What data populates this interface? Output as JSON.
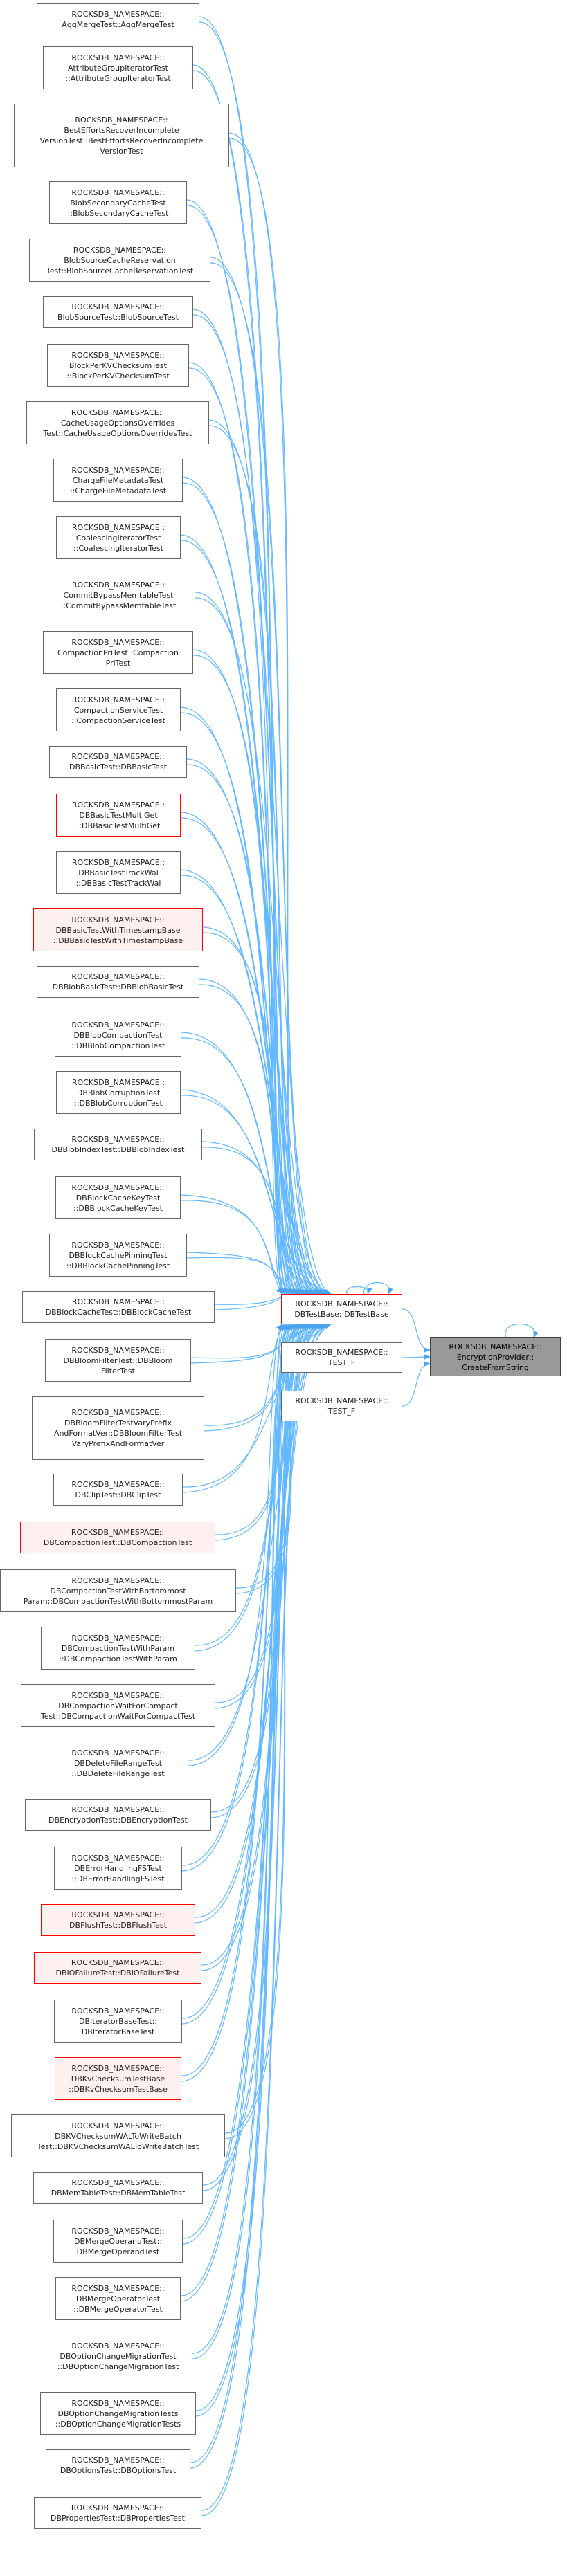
{
  "colors": {
    "edge": "#63b8ff",
    "arrow": "#4aa3f0",
    "node_border": "#666666",
    "red_border": "#ff0000",
    "red_fill": "#fff0f0",
    "target_fill": "#999999"
  },
  "nodes": [
    {
      "id": "n0",
      "text": "ROCKSDB_NAMESPACE::\nAggMergeTest::AggMergeTest",
      "style": "normal"
    },
    {
      "id": "n1",
      "text": "ROCKSDB_NAMESPACE::\nAttributeGroupIteratorTest\n::AttributeGroupIteratorTest",
      "style": "normal"
    },
    {
      "id": "n2",
      "text": "ROCKSDB_NAMESPACE::\nBestEffortsRecoverIncomplete\nVersionTest::BestEffortsRecoverIncomplete\nVersionTest",
      "style": "normal"
    },
    {
      "id": "n3",
      "text": "ROCKSDB_NAMESPACE::\nBlobSecondaryCacheTest\n::BlobSecondaryCacheTest",
      "style": "normal"
    },
    {
      "id": "n4",
      "text": "ROCKSDB_NAMESPACE::\nBlobSourceCacheReservation\nTest::BlobSourceCacheReservationTest",
      "style": "normal"
    },
    {
      "id": "n5",
      "text": "ROCKSDB_NAMESPACE::\nBlobSourceTest::BlobSourceTest",
      "style": "normal"
    },
    {
      "id": "n6",
      "text": "ROCKSDB_NAMESPACE::\nBlockPerKVChecksumTest\n::BlockPerKVChecksumTest",
      "style": "normal"
    },
    {
      "id": "n7",
      "text": "ROCKSDB_NAMESPACE::\nCacheUsageOptionsOverrides\nTest::CacheUsageOptionsOverridesTest",
      "style": "normal"
    },
    {
      "id": "n8",
      "text": "ROCKSDB_NAMESPACE::\nChargeFileMetadataTest\n::ChargeFileMetadataTest",
      "style": "normal"
    },
    {
      "id": "n9",
      "text": "ROCKSDB_NAMESPACE::\nCoalescingIteratorTest\n::CoalescingIteratorTest",
      "style": "normal"
    },
    {
      "id": "n10",
      "text": "ROCKSDB_NAMESPACE::\nCommitBypassMemtableTest\n::CommitBypassMemtableTest",
      "style": "normal"
    },
    {
      "id": "n11",
      "text": "ROCKSDB_NAMESPACE::\nCompactionPriTest::Compaction\nPriTest",
      "style": "normal"
    },
    {
      "id": "n12",
      "text": "ROCKSDB_NAMESPACE::\nCompactionServiceTest\n::CompactionServiceTest",
      "style": "normal"
    },
    {
      "id": "n13",
      "text": "ROCKSDB_NAMESPACE::\nDBBasicTest::DBBasicTest",
      "style": "normal"
    },
    {
      "id": "n14",
      "text": "ROCKSDB_NAMESPACE::\nDBBasicTestMultiGet\n::DBBasicTestMultiGet",
      "style": "red"
    },
    {
      "id": "n15",
      "text": "ROCKSDB_NAMESPACE::\nDBBasicTestTrackWal\n::DBBasicTestTrackWal",
      "style": "normal"
    },
    {
      "id": "n16",
      "text": "ROCKSDB_NAMESPACE::\nDBBasicTestWithTimestampBase\n::DBBasicTestWithTimestampBase",
      "style": "redfill"
    },
    {
      "id": "n17",
      "text": "ROCKSDB_NAMESPACE::\nDBBlobBasicTest::DBBlobBasicTest",
      "style": "normal"
    },
    {
      "id": "n18",
      "text": "ROCKSDB_NAMESPACE::\nDBBlobCompactionTest\n::DBBlobCompactionTest",
      "style": "normal"
    },
    {
      "id": "n19",
      "text": "ROCKSDB_NAMESPACE::\nDBBlobCorruptionTest\n::DBBlobCorruptionTest",
      "style": "normal"
    },
    {
      "id": "n20",
      "text": "ROCKSDB_NAMESPACE::\nDBBlobIndexTest::DBBlobIndexTest",
      "style": "normal"
    },
    {
      "id": "n21",
      "text": "ROCKSDB_NAMESPACE::\nDBBlockCacheKeyTest\n::DBBlockCacheKeyTest",
      "style": "normal"
    },
    {
      "id": "n22",
      "text": "ROCKSDB_NAMESPACE::\nDBBlockCachePinningTest\n::DBBlockCachePinningTest",
      "style": "normal"
    },
    {
      "id": "n23",
      "text": "ROCKSDB_NAMESPACE::\nDBBlockCacheTest::DBBlockCacheTest",
      "style": "normal"
    },
    {
      "id": "n24",
      "text": "ROCKSDB_NAMESPACE::\nDBBloomFilterTest::DBBloom\nFilterTest",
      "style": "normal"
    },
    {
      "id": "n25",
      "text": "ROCKSDB_NAMESPACE::\nDBBloomFilterTestVaryPrefix\nAndFormatVer::DBBloomFilterTest\nVaryPrefixAndFormatVer",
      "style": "normal"
    },
    {
      "id": "n26",
      "text": "ROCKSDB_NAMESPACE::\nDBClipTest::DBClipTest",
      "style": "normal"
    },
    {
      "id": "n27",
      "text": "ROCKSDB_NAMESPACE::\nDBCompactionTest::DBCompactionTest",
      "style": "redfill"
    },
    {
      "id": "n28",
      "text": "ROCKSDB_NAMESPACE::\nDBCompactionTestWithBottommost\nParam::DBCompactionTestWithBottommostParam",
      "style": "normal"
    },
    {
      "id": "n29",
      "text": "ROCKSDB_NAMESPACE::\nDBCompactionTestWithParam\n::DBCompactionTestWithParam",
      "style": "normal"
    },
    {
      "id": "n30",
      "text": "ROCKSDB_NAMESPACE::\nDBCompactionWaitForCompact\nTest::DBCompactionWaitForCompactTest",
      "style": "normal"
    },
    {
      "id": "n31",
      "text": "ROCKSDB_NAMESPACE::\nDBDeleteFileRangeTest\n::DBDeleteFileRangeTest",
      "style": "normal"
    },
    {
      "id": "n32",
      "text": "ROCKSDB_NAMESPACE::\nDBEncryptionTest::DBEncryptionTest",
      "style": "normal"
    },
    {
      "id": "n33",
      "text": "ROCKSDB_NAMESPACE::\nDBErrorHandlingFSTest\n::DBErrorHandlingFSTest",
      "style": "normal"
    },
    {
      "id": "n34",
      "text": "ROCKSDB_NAMESPACE::\nDBFlushTest::DBFlushTest",
      "style": "redfill"
    },
    {
      "id": "n35",
      "text": "ROCKSDB_NAMESPACE::\nDBIOFailureTest::DBIOFailureTest",
      "style": "redfill"
    },
    {
      "id": "n36",
      "text": "ROCKSDB_NAMESPACE::\nDBIteratorBaseTest::\nDBIteratorBaseTest",
      "style": "normal"
    },
    {
      "id": "n37",
      "text": "ROCKSDB_NAMESPACE::\nDBKvChecksumTestBase\n::DBKvChecksumTestBase",
      "style": "redfill"
    },
    {
      "id": "n38",
      "text": "ROCKSDB_NAMESPACE::\nDBKVChecksumWALToWriteBatch\nTest::DBKVChecksumWALToWriteBatchTest",
      "style": "normal"
    },
    {
      "id": "n39",
      "text": "ROCKSDB_NAMESPACE::\nDBMemTableTest::DBMemTableTest",
      "style": "normal"
    },
    {
      "id": "n40",
      "text": "ROCKSDB_NAMESPACE::\nDBMergeOperandTest::\nDBMergeOperandTest",
      "style": "normal"
    },
    {
      "id": "n41",
      "text": "ROCKSDB_NAMESPACE::\nDBMergeOperatorTest\n::DBMergeOperatorTest",
      "style": "normal"
    },
    {
      "id": "n42",
      "text": "ROCKSDB_NAMESPACE::\nDBOptionChangeMigrationTest\n::DBOptionChangeMigrationTest",
      "style": "normal"
    },
    {
      "id": "n43",
      "text": "ROCKSDB_NAMESPACE::\nDBOptionChangeMigrationTests\n::DBOptionChangeMigrationTests",
      "style": "normal"
    },
    {
      "id": "n44",
      "text": "ROCKSDB_NAMESPACE::\nDBOptionsTest::DBOptionsTest",
      "style": "normal"
    },
    {
      "id": "n45",
      "text": "ROCKSDB_NAMESPACE::\nDBPropertiesTest::DBPropertiesTest",
      "style": "normal"
    },
    {
      "id": "dbtestbase",
      "text": "ROCKSDB_NAMESPACE::\nDBTestBase::DBTestBase",
      "style": "red"
    },
    {
      "id": "testf1",
      "text": "ROCKSDB_NAMESPACE::\nTEST_F",
      "style": "normal"
    },
    {
      "id": "testf2",
      "text": "ROCKSDB_NAMESPACE::\nTEST_F",
      "style": "normal"
    },
    {
      "id": "target",
      "text": "ROCKSDB_NAMESPACE::\nEncryptionProvider::\nCreateFromString",
      "style": "target"
    }
  ]
}
